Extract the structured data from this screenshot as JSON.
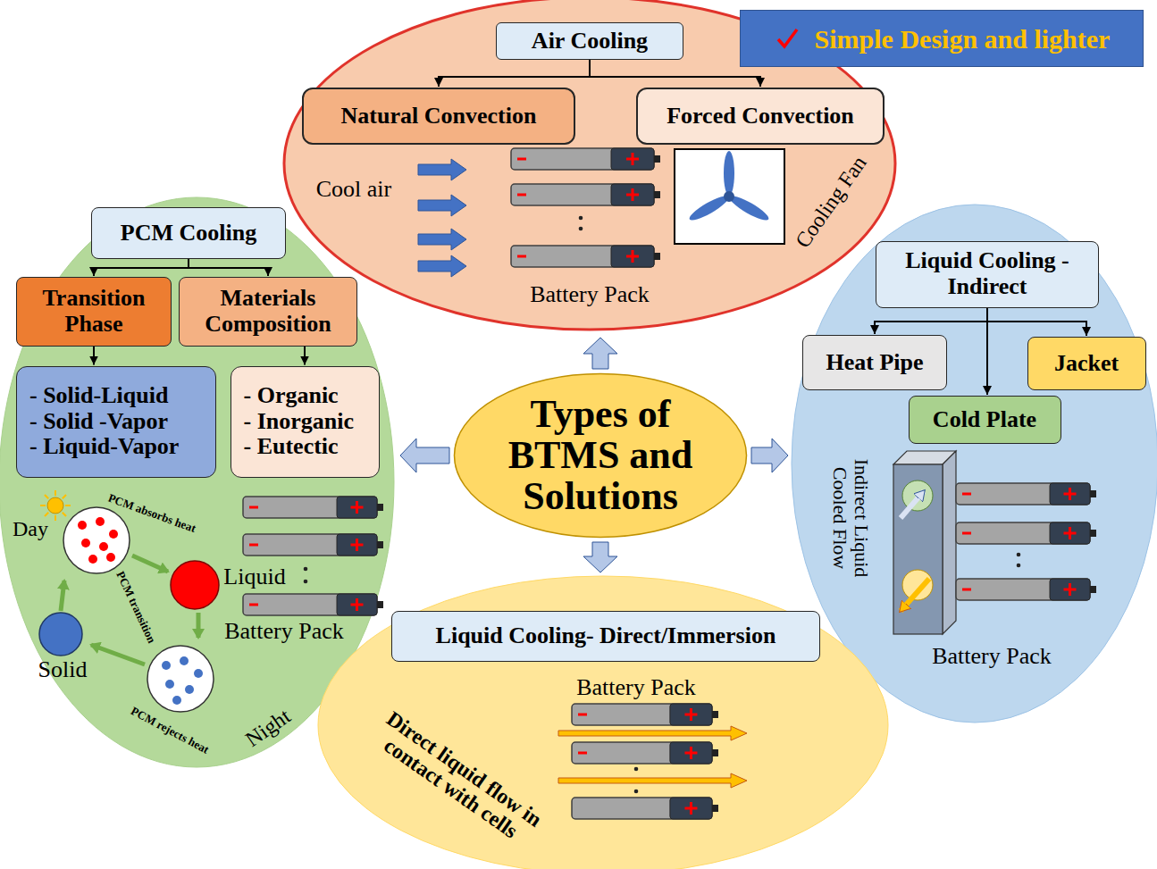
{
  "diagram": {
    "nodes": [
      {
        "text": [
          "Simple Design and lighter"
        ]
      },
      {
        "text": [
          "Cool air",
          "Battery Pack",
          "Cooling Fan"
        ]
      },
      {
        "text": [
          "Air Cooling"
        ],
        "in": 1
      },
      {
        "text": [
          "Natural Convection"
        ],
        "in": 1
      },
      {
        "text": [
          "Forced Convection"
        ],
        "in": 1
      },
      {
        "text": [
          "Day",
          "PCM absorbs heat",
          "Liquid",
          "Battery Pack",
          "PCM transition",
          "Solid",
          "PCM rejects heat",
          "Night"
        ]
      },
      {
        "text": [
          "PCM Cooling"
        ],
        "in": 5
      },
      {
        "text": [
          "Transition Phase"
        ],
        "in": 5
      },
      {
        "text": [
          "Materials Composition"
        ],
        "in": 5
      },
      {
        "text": [
          "- Solid-Liquid",
          "- Solid -Vapor",
          "- Liquid-Vapor"
        ],
        "in": 5
      },
      {
        "text": [
          "- Organic",
          "- Inorganic",
          "- Eutectic"
        ],
        "in": 5
      },
      {
        "text": [
          "Types of BTMS and Solutions"
        ]
      },
      {
        "text": [
          "Indirect Liquid Cooled Flow",
          "Battery Pack"
        ]
      },
      {
        "text": [
          "Liquid Cooling - Indirect"
        ],
        "in": 12
      },
      {
        "text": [
          "Heat Pipe"
        ],
        "in": 12
      },
      {
        "text": [
          "Jacket"
        ],
        "in": 12
      },
      {
        "text": [
          "Cold Plate"
        ],
        "in": 12
      },
      {
        "text": [
          "Battery Pack",
          "Direct liquid flow in contact with cells"
        ]
      },
      {
        "text": [
          "Liquid Cooling- Direct/Immersion"
        ],
        "in": 17
      }
    ],
    "edges": [
      {
        "from": 2,
        "to": 3,
        "arrow": "to"
      },
      {
        "from": 2,
        "to": 4,
        "arrow": "to"
      },
      {
        "from": 6,
        "to": 7,
        "arrow": "to"
      },
      {
        "from": 6,
        "to": 8,
        "arrow": "to"
      },
      {
        "from": 7,
        "to": 9,
        "arrow": "to"
      },
      {
        "from": 8,
        "to": 10,
        "arrow": "to"
      },
      {
        "from": 11,
        "to": 1,
        "arrow": "to"
      },
      {
        "from": 11,
        "to": 5,
        "arrow": "to"
      },
      {
        "from": 11,
        "to": 12,
        "arrow": "to"
      },
      {
        "from": 11,
        "to": 17,
        "arrow": "to"
      },
      {
        "from": 13,
        "to": 14,
        "arrow": "to"
      },
      {
        "from": 13,
        "to": 15,
        "arrow": "to"
      },
      {
        "from": 13,
        "to": 16,
        "arrow": "to"
      }
    ]
  }
}
